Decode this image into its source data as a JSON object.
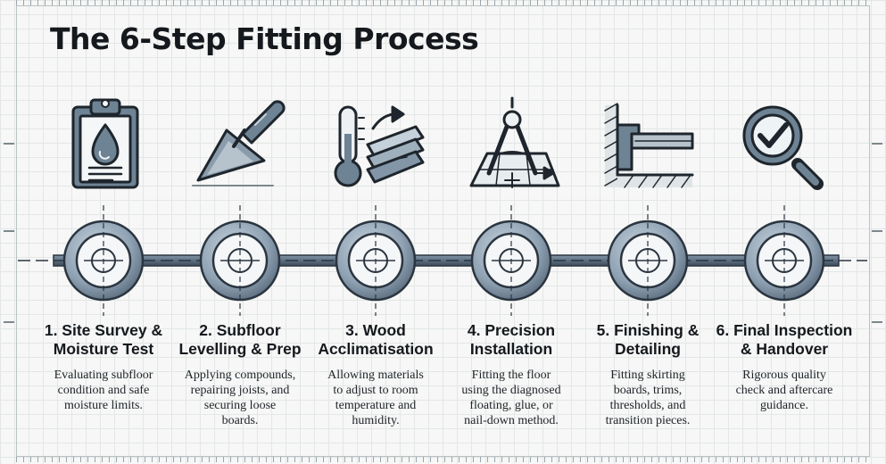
{
  "title": "The 6-Step Fitting Process",
  "colors": {
    "ink": "#15191d",
    "steel": "#5c6f81",
    "steel_dark": "#3d4b57",
    "ring_light": "#a9b7c3",
    "paper": "#f6f7f6"
  },
  "steps": [
    {
      "icon": "clipboard-moisture-icon",
      "title_lines": [
        "1. Site Survey &",
        "Moisture Test"
      ],
      "desc_lines": [
        "Evaluating subfloor",
        "condition and safe",
        "moisture limits."
      ]
    },
    {
      "icon": "trowel-icon",
      "title_lines": [
        "2. Subfloor",
        "Levelling & Prep"
      ],
      "desc_lines": [
        "Applying compounds,",
        "repairing joists, and",
        "securing loose",
        "boards."
      ]
    },
    {
      "icon": "thermometer-planks-icon",
      "title_lines": [
        "3. Wood",
        "Acclimatisation"
      ],
      "desc_lines": [
        "Allowing materials",
        "to adjust to room",
        "temperature and",
        "humidity."
      ]
    },
    {
      "icon": "compass-plan-icon",
      "title_lines": [
        "4. Precision",
        "Installation"
      ],
      "desc_lines": [
        "Fitting the floor",
        "using the diagnosed",
        "floating, glue, or",
        "nail-down method."
      ]
    },
    {
      "icon": "skirting-profile-icon",
      "title_lines": [
        "5. Finishing &",
        "Detailing"
      ],
      "desc_lines": [
        "Fitting skirting",
        "boards, trims,",
        "thresholds, and",
        "transition pieces."
      ]
    },
    {
      "icon": "magnifier-check-icon",
      "title_lines": [
        "6. Final Inspection",
        "& Handover"
      ],
      "desc_lines": [
        "Rigorous quality",
        "check and aftercare",
        "guidance."
      ]
    }
  ]
}
